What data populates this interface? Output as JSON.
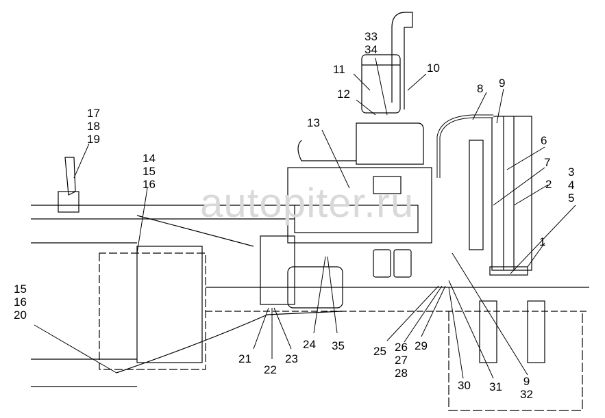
{
  "watermark": "autopiter.ru",
  "callouts": [
    {
      "id": "c-33-34",
      "text": "33\n34"
    },
    {
      "id": "c-11",
      "text": "11"
    },
    {
      "id": "c-10",
      "text": "10"
    },
    {
      "id": "c-12",
      "text": "12"
    },
    {
      "id": "c-8",
      "text": "8"
    },
    {
      "id": "c-9a",
      "text": "9"
    },
    {
      "id": "c-17-19",
      "text": "17\n18\n19"
    },
    {
      "id": "c-13",
      "text": "13"
    },
    {
      "id": "c-6",
      "text": "6"
    },
    {
      "id": "c-7",
      "text": "7"
    },
    {
      "id": "c-14-16",
      "text": "14\n15\n16"
    },
    {
      "id": "c-3-5",
      "text": "3\n4\n5"
    },
    {
      "id": "c-2",
      "text": "2"
    },
    {
      "id": "c-1",
      "text": "1"
    },
    {
      "id": "c-15-20",
      "text": "15\n16\n20"
    },
    {
      "id": "c-24",
      "text": "24"
    },
    {
      "id": "c-35",
      "text": "35"
    },
    {
      "id": "c-21",
      "text": "21"
    },
    {
      "id": "c-22",
      "text": "22"
    },
    {
      "id": "c-23",
      "text": "23"
    },
    {
      "id": "c-25",
      "text": "25"
    },
    {
      "id": "c-26-28",
      "text": "26\n27\n28"
    },
    {
      "id": "c-29",
      "text": "29"
    },
    {
      "id": "c-30",
      "text": "30"
    },
    {
      "id": "c-31",
      "text": "31"
    },
    {
      "id": "c-9-32",
      "text": "9\n32"
    }
  ]
}
